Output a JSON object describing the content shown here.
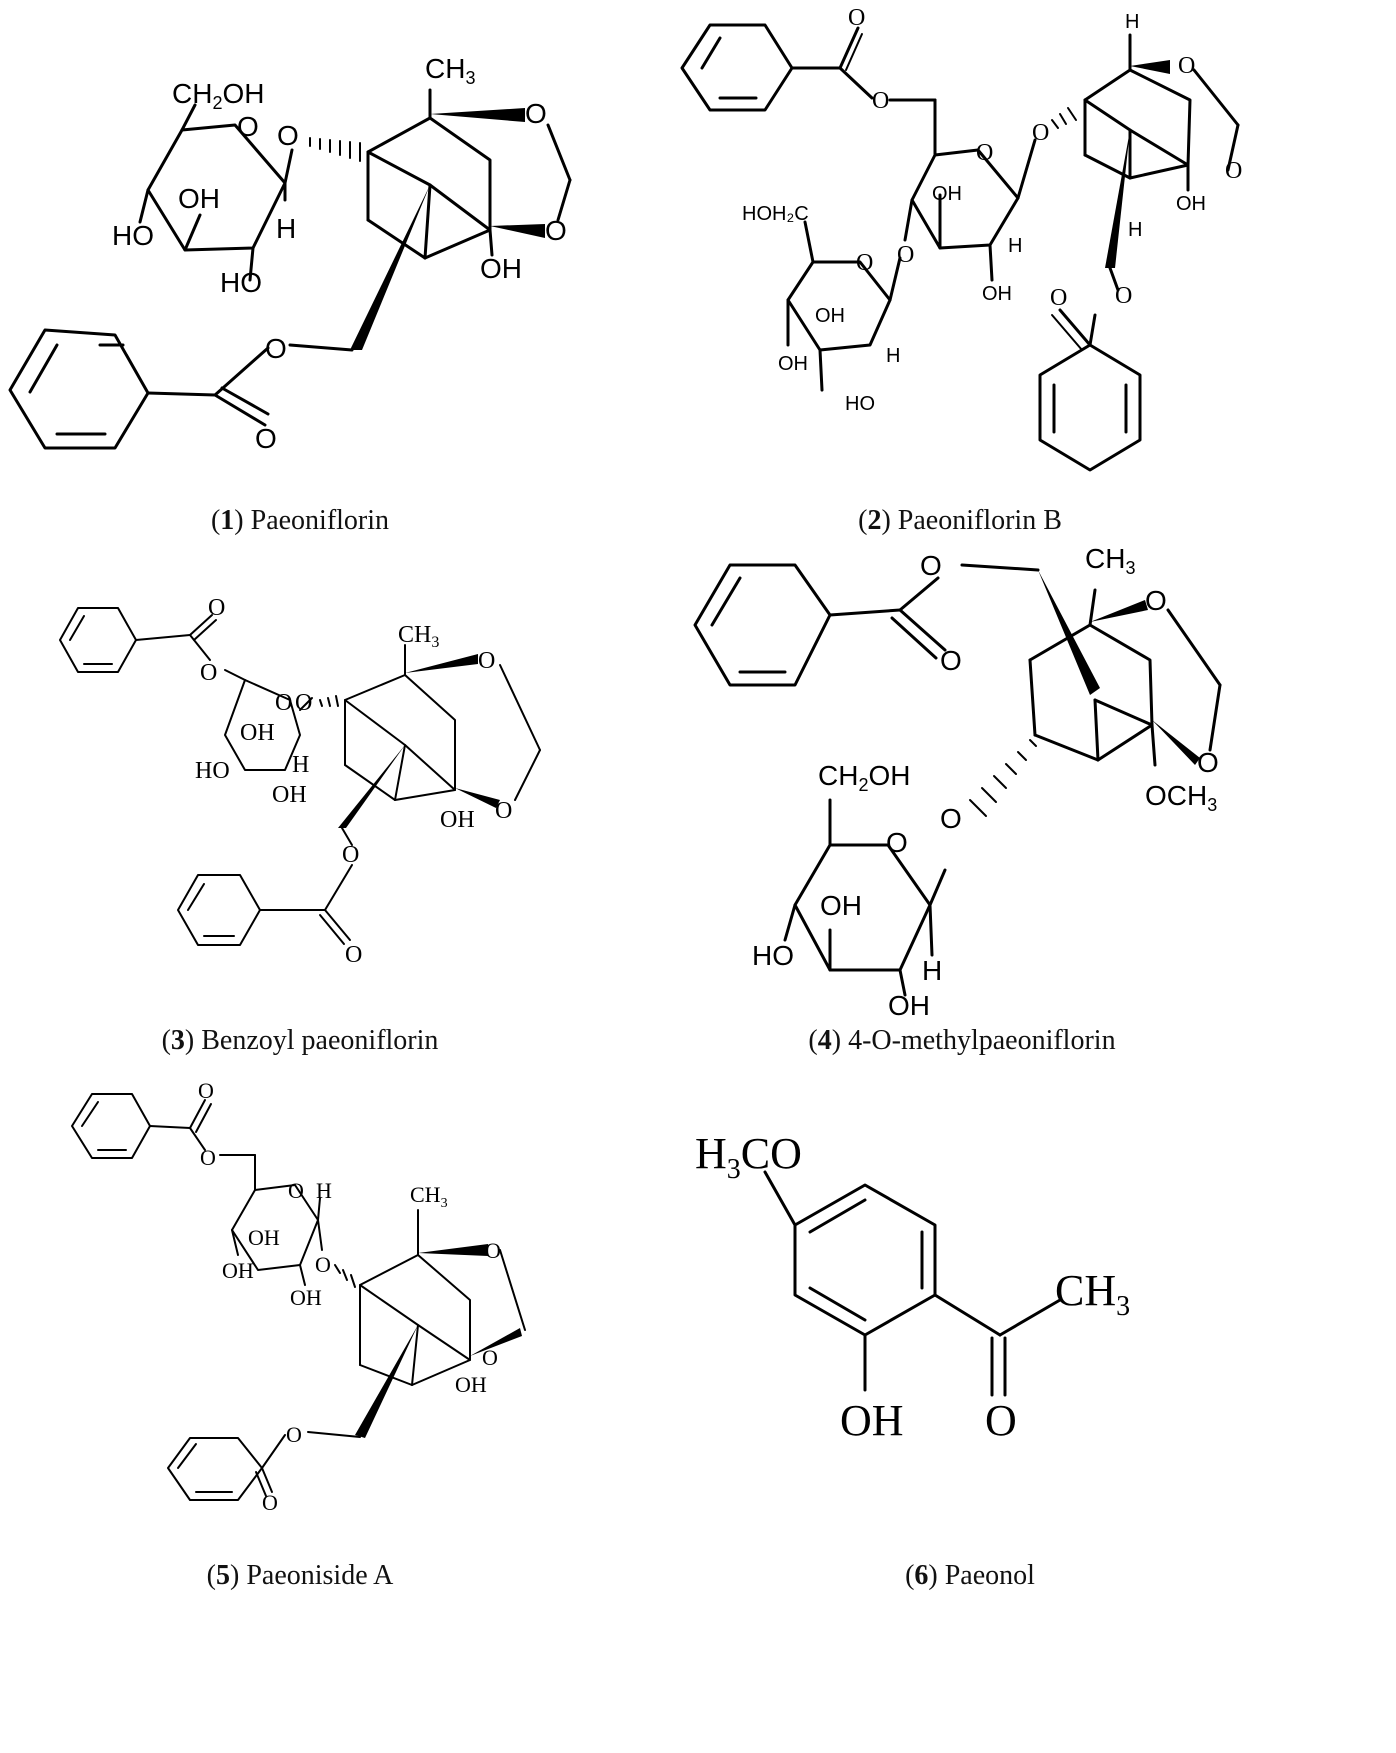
{
  "compounds": [
    {
      "number": "1",
      "name": "Paeoniflorin",
      "labels": {
        "ch3": "CH",
        "ch3_sub": "3",
        "ch2oh_a": "CH",
        "ch2oh_sub": "2",
        "ch2oh_b": "OH",
        "ring_o": "O",
        "glyco_o": "O",
        "o_upper": "O",
        "o_lower": "O",
        "oh_ring": "OH",
        "ho_left": "HO",
        "ho_bottom": "HO",
        "h": "H",
        "oh_bridge": "OH",
        "ester_o": "O",
        "carbonyl_o": "O"
      }
    },
    {
      "number": "2",
      "name": "Paeoniflorin B",
      "labels": {
        "carbonyl_top": "O",
        "ester_top": "O",
        "ring_o1": "O",
        "glyco_o": "O",
        "oh1": "OH",
        "h1": "H",
        "oh2": "OH",
        "hoh2c": "HOH₂C",
        "ring_o2": "O",
        "link_o": "O",
        "oh3": "OH",
        "ho3": "OH",
        "h2": "H",
        "ho4": "HO",
        "h_top": "H",
        "o_cage1": "O",
        "o_cage2": "O",
        "oh_cage": "OH",
        "h_cage": "H",
        "ester_low": "O",
        "carbonyl_low": "O"
      }
    },
    {
      "number": "3",
      "name": "Benzoyl paeoniflorin",
      "labels": {
        "carbonyl_top": "O",
        "ester_top": "O",
        "ring_o": "O",
        "glyco_o": "O",
        "oh1": "OH",
        "ho": "HO",
        "h": "H",
        "oh2": "OH",
        "ch3": "CH",
        "ch3_sub": "3",
        "o_upper": "O",
        "o_lower": "O",
        "oh_cage": "OH",
        "ester_low": "O",
        "carbonyl_low": "O"
      }
    },
    {
      "number": "4",
      "name": "4-O-methylpaeoniflorin",
      "labels": {
        "ester_o": "O",
        "carbonyl_o": "O",
        "ch3": "CH",
        "ch3_sub": "3",
        "o_upper": "O",
        "o_lower": "O",
        "och3": "OCH",
        "och3_sub": "3",
        "ch2oh_a": "CH",
        "ch2oh_sub": "2",
        "ch2oh_b": "OH",
        "glyco_o": "O",
        "ring_o": "O",
        "oh1": "OH",
        "ho": "HO",
        "h": "H",
        "oh2": "OH"
      }
    },
    {
      "number": "5",
      "name": "Paeoniside A",
      "labels": {
        "carbonyl_top": "O",
        "ester_top": "O",
        "ring_o": "O",
        "h": "H",
        "oh1": "OH",
        "oh2": "OH",
        "oh3": "OH",
        "glyco_o": "O",
        "ch3": "CH",
        "ch3_sub": "3",
        "o_upper": "O",
        "o_lower": "O",
        "oh_cage": "OH",
        "ester_low": "O",
        "carbonyl_low": "O"
      }
    },
    {
      "number": "6",
      "name": "Paeonol",
      "labels": {
        "h3co_a": "H",
        "h3co_sub": "3",
        "h3co_b": "CO",
        "ch3": "CH",
        "ch3_sub": "3",
        "oh": "OH",
        "carbonyl_o": "O"
      }
    }
  ]
}
